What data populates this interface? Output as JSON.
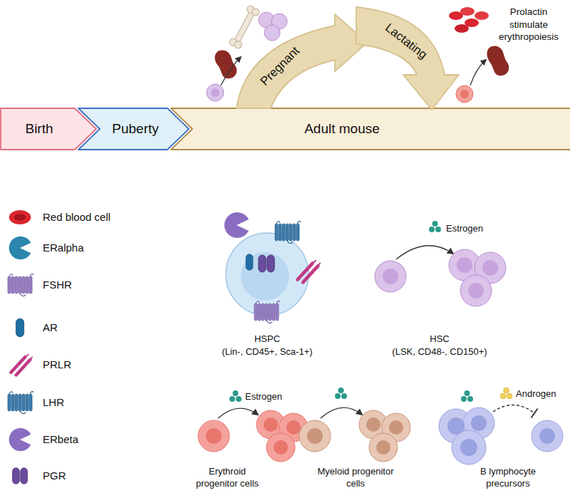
{
  "diagram": {
    "nodes": [
      {
        "text": [
          "Birth"
        ]
      },
      {
        "text": [
          "Puberty"
        ]
      },
      {
        "text": [
          "Adult mouse"
        ]
      },
      {
        "text": [
          "Pregnant"
        ]
      },
      {
        "text": [
          "Lactating"
        ]
      }
    ],
    "labels": [
      "Prolactin stimulate erythropoiesis",
      "HSPC",
      "(Lin-, CD45+, Sca-1+)",
      "Estrogen",
      "HSC",
      "(LSK, CD48-, CD150+)",
      "Estrogen",
      "Androgen",
      "Erythroid progenitor cells",
      "Myeloid progenitor cells",
      "B lymphocyte precursors"
    ],
    "legend": [
      {
        "text": "Red blood cell"
      },
      {
        "text": "ERalpha"
      },
      {
        "text": "FSHR"
      },
      {
        "text": "AR"
      },
      {
        "text": "PRLR"
      },
      {
        "text": "LHR"
      },
      {
        "text": "ERbeta"
      },
      {
        "text": "PGR"
      }
    ]
  }
}
